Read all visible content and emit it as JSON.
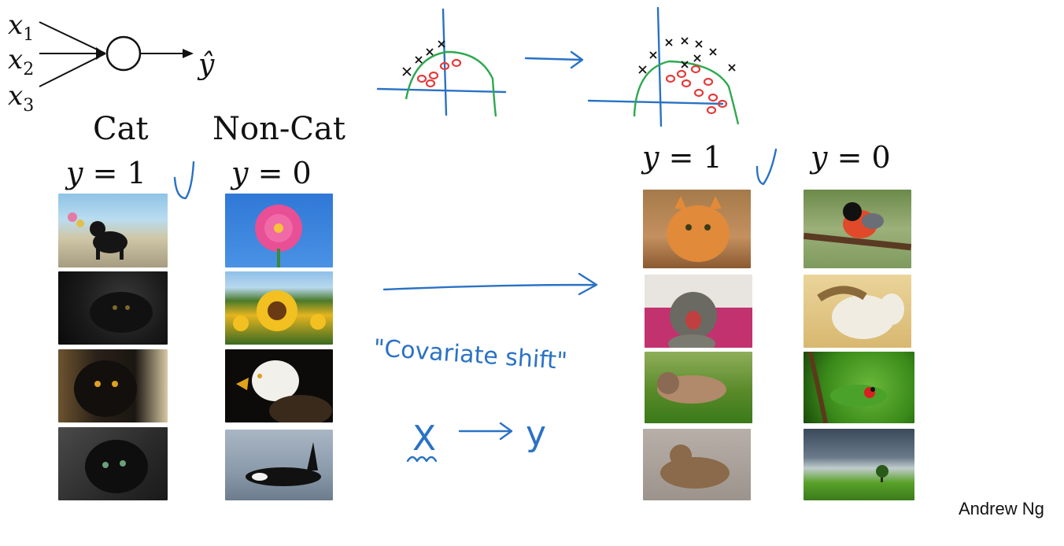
{
  "network": {
    "inputs": [
      "x",
      "x",
      "x"
    ],
    "subscripts": [
      "1",
      "2",
      "3"
    ],
    "output": "ŷ"
  },
  "left": {
    "cat_heading": "Cat",
    "noncat_heading": "Non-Cat",
    "cat_y": "y",
    "cat_eq": "=",
    "cat_val": "1",
    "noncat_y": "y",
    "noncat_eq": "=",
    "noncat_val": "0"
  },
  "right": {
    "cat_y": "y",
    "cat_eq": "=",
    "cat_val": "1",
    "noncat_y": "y",
    "noncat_eq": "=",
    "noncat_val": "0"
  },
  "annotations": {
    "covariate_shift": "\"Covariate shift\"",
    "mapping_x": "X",
    "mapping_y": "y"
  },
  "credit": "Andrew Ng",
  "colors": {
    "ink_blue": "#2a72c4",
    "boundary_green": "#2fa84f",
    "positive_red": "#e53a3a"
  }
}
